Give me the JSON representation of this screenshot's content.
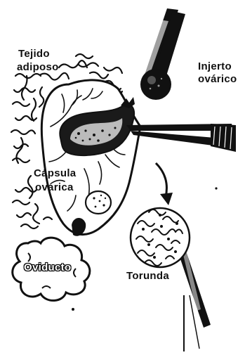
{
  "labels": {
    "tejido_adiposo_line1": "Tejido",
    "tejido_adiposo_line2": "adiposo",
    "injerto_ovarico_line1": "Injerto",
    "injerto_ovarico_line2": "ovárico",
    "capsula_ovarica_line1": "Cápsula",
    "capsula_ovarica_line2": "ovárica",
    "oviducto": "Oviducto",
    "torunda": "Torunda"
  },
  "colors": {
    "ink": "#111111",
    "paper": "#ffffff"
  }
}
